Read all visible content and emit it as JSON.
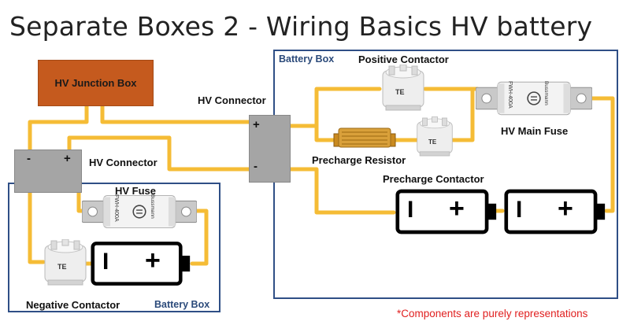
{
  "title": "Separate Boxes 2 - Wiring Basics HV battery",
  "labels": {
    "junction_box": "HV Junction Box",
    "hv_connector_right": "HV Connector",
    "hv_connector_left": "HV Connector",
    "battery_box_right": "Battery Box",
    "battery_box_left": "Battery Box",
    "positive_contactor": "Positive Contactor",
    "hv_main_fuse": "HV Main Fuse",
    "precharge_resistor": "Precharge Resistor",
    "precharge_contactor": "Precharge Contactor",
    "hv_fuse": "HV Fuse",
    "negative_contactor": "Negative Contactor"
  },
  "connector_pins": {
    "positive": "+",
    "negative": "-"
  },
  "contactor_brand": "TE",
  "fuse_text": "FWH-400A",
  "fuse_brand": "Bussmann",
  "battery_terminals": {
    "negative": "I",
    "positive": "+"
  },
  "note": "*Components are purely representations",
  "colors": {
    "wire": "#f5bc36",
    "junction_box": "#c55a1e",
    "battery_box_border": "#2f4f86",
    "connector": "#a5a5a5",
    "note": "#e02020"
  }
}
